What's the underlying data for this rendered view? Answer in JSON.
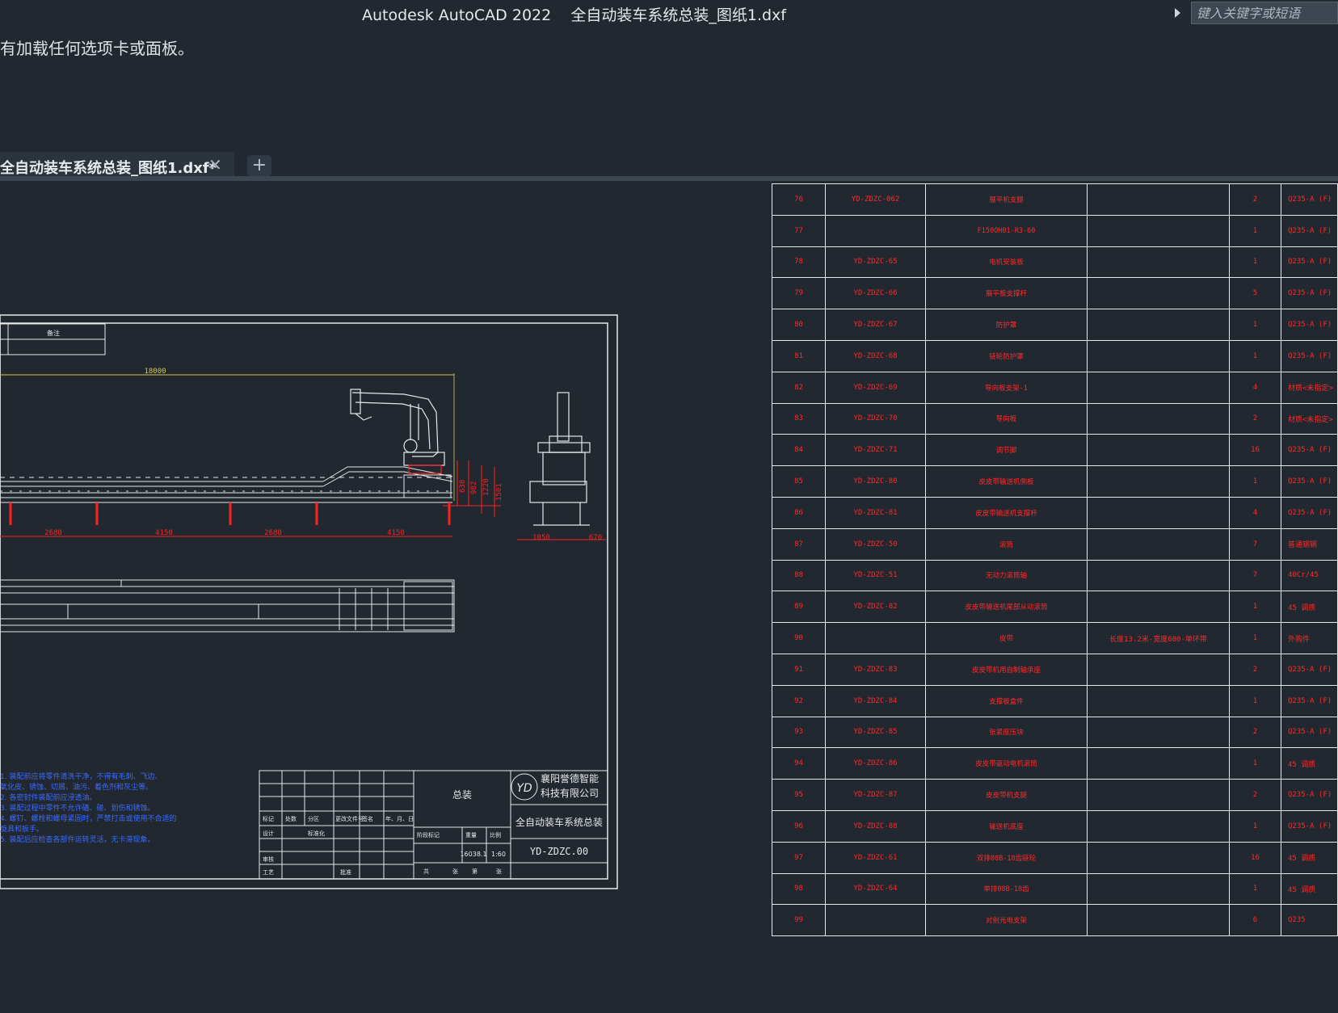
{
  "titlebar": {
    "app_title": "Autodesk AutoCAD 2022    全自动装车系统总装_图纸1.dxf",
    "search_placeholder": "键入关键字或短语"
  },
  "ribbon": {
    "message": "有加载任何选项卡或面板。"
  },
  "tabs": [
    {
      "label": "全自动装车系统总装_图纸1.dxf*"
    }
  ],
  "tab_add_label": "+",
  "tab_close_label": "✕",
  "drawing": {
    "note_col_header": "备注",
    "dims": {
      "overall_length": "18000",
      "d1": "2680",
      "d2": "4150",
      "d3": "2680",
      "d4": "4150",
      "side_w1": "1050",
      "side_w2": "670",
      "h1": "638",
      "h2": "982",
      "h3": "1220",
      "h4": "1501"
    },
    "title_block": {
      "drawing_name": "总装",
      "company_line1": "襄阳誉德智能",
      "company_line2": "科技有限公司",
      "product_name": "全自动装车系统总装",
      "drawing_no": "YD-ZDZC.00",
      "weight_scale": "16038.1",
      "scale": "1:60",
      "logo_text": "YD",
      "labels": [
        "标记",
        "处数",
        "分区",
        "更改文件号",
        "签名",
        "年、月、日",
        "设计",
        "标准化",
        "审核",
        "工艺",
        "批准",
        "阶段标记",
        "重量",
        "比例",
        "共",
        "张",
        "第",
        "张"
      ]
    },
    "notes": [
      "1. 装配前应将零件清洗干净，不得有毛刺、飞边、",
      "   氧化皮、锈蚀、切屑、油污、着色剂和灰尘等。",
      "2. 各密封件装配前应浸透油。",
      "3. 装配过程中零件不允许磕、碰、划伤和锈蚀。",
      "4. 螺钉、螺栓和螺母紧固时，严禁打击或使用不合适的",
      "   旋具和扳手。",
      "5. 装配后应检查各部件运转灵活，无卡滞现象。"
    ]
  },
  "parts_table": {
    "rows": [
      {
        "no": "76",
        "code": "YD-ZDZC-062",
        "name": "展平机支腿",
        "spec": "",
        "qty": "2",
        "mat": "Q235-A (F)"
      },
      {
        "no": "77",
        "code": "",
        "name": "F150OH01-R3-60",
        "spec": "",
        "qty": "1",
        "mat": "Q235-A (F)"
      },
      {
        "no": "78",
        "code": "YD-ZDZC-65",
        "name": "电机安装板",
        "spec": "",
        "qty": "1",
        "mat": "Q235-A (F)"
      },
      {
        "no": "79",
        "code": "YD-ZDZC-66",
        "name": "展平板支撑杆",
        "spec": "",
        "qty": "5",
        "mat": "Q235-A (F)"
      },
      {
        "no": "80",
        "code": "YD-ZDZC-67",
        "name": "防护罩",
        "spec": "",
        "qty": "1",
        "mat": "Q235-A (F)"
      },
      {
        "no": "81",
        "code": "YD-ZDZC-68",
        "name": "链轮防护罩",
        "spec": "",
        "qty": "1",
        "mat": "Q235-A (F)"
      },
      {
        "no": "82",
        "code": "YD-ZDZC-69",
        "name": "导向板支架-1",
        "spec": "",
        "qty": "4",
        "mat": "材质<未指定>"
      },
      {
        "no": "83",
        "code": "YD-ZDZC-70",
        "name": "导向板",
        "spec": "",
        "qty": "2",
        "mat": "材质<未指定>"
      },
      {
        "no": "84",
        "code": "YD-ZDZC-71",
        "name": "调节脚",
        "spec": "",
        "qty": "16",
        "mat": "Q235-A (F)"
      },
      {
        "no": "85",
        "code": "YD-ZDZC-80",
        "name": "皮皮带输送机侧板",
        "spec": "",
        "qty": "1",
        "mat": "Q235-A (F)"
      },
      {
        "no": "86",
        "code": "YD-ZDZC-81",
        "name": "皮皮带输送机支撑杆",
        "spec": "",
        "qty": "4",
        "mat": "Q235-A (F)"
      },
      {
        "no": "87",
        "code": "YD-ZDZC-50",
        "name": "滚筒",
        "spec": "",
        "qty": "7",
        "mat": "普通钢钢"
      },
      {
        "no": "88",
        "code": "YD-ZDZC-51",
        "name": "无动力滚筒轴",
        "spec": "",
        "qty": "7",
        "mat": "40Cr/45"
      },
      {
        "no": "89",
        "code": "YD-ZDZC-82",
        "name": "皮皮带输送机尾部从动滚筒",
        "spec": "",
        "qty": "1",
        "mat": "45  调质"
      },
      {
        "no": "90",
        "code": "",
        "name": "皮带",
        "spec": "长度13.2米-宽度600-单环带",
        "qty": "1",
        "mat": "外购件"
      },
      {
        "no": "91",
        "code": "YD-ZDZC-83",
        "name": "皮皮带机用自制轴承座",
        "spec": "",
        "qty": "2",
        "mat": "Q235-A (F)"
      },
      {
        "no": "92",
        "code": "YD-ZDZC-84",
        "name": "支撑板盒件",
        "spec": "",
        "qty": "1",
        "mat": "Q235-A (F)"
      },
      {
        "no": "93",
        "code": "YD-ZDZC-85",
        "name": "张紧座压块",
        "spec": "",
        "qty": "2",
        "mat": "Q235-A (F)"
      },
      {
        "no": "94",
        "code": "YD-ZDZC-86",
        "name": "皮皮带驱动电机滚筒",
        "spec": "",
        "qty": "1",
        "mat": "45  调质"
      },
      {
        "no": "95",
        "code": "YD-ZDZC-87",
        "name": "皮皮带机支腿",
        "spec": "",
        "qty": "2",
        "mat": "Q235-A (F)"
      },
      {
        "no": "96",
        "code": "YD-ZDZC-88",
        "name": "输送机底座",
        "spec": "",
        "qty": "1",
        "mat": "Q235-A (F)"
      },
      {
        "no": "97",
        "code": "YD-ZDZC-61",
        "name": "双排08B-18齿链轮",
        "spec": "",
        "qty": "16",
        "mat": "45  调质"
      },
      {
        "no": "98",
        "code": "YD-ZDZC-64",
        "name": "单排08B-18齿",
        "spec": "",
        "qty": "1",
        "mat": "45  调质"
      },
      {
        "no": "99",
        "code": "",
        "name": "对射光电支架",
        "spec": "",
        "qty": "6",
        "mat": "Q235"
      }
    ]
  }
}
